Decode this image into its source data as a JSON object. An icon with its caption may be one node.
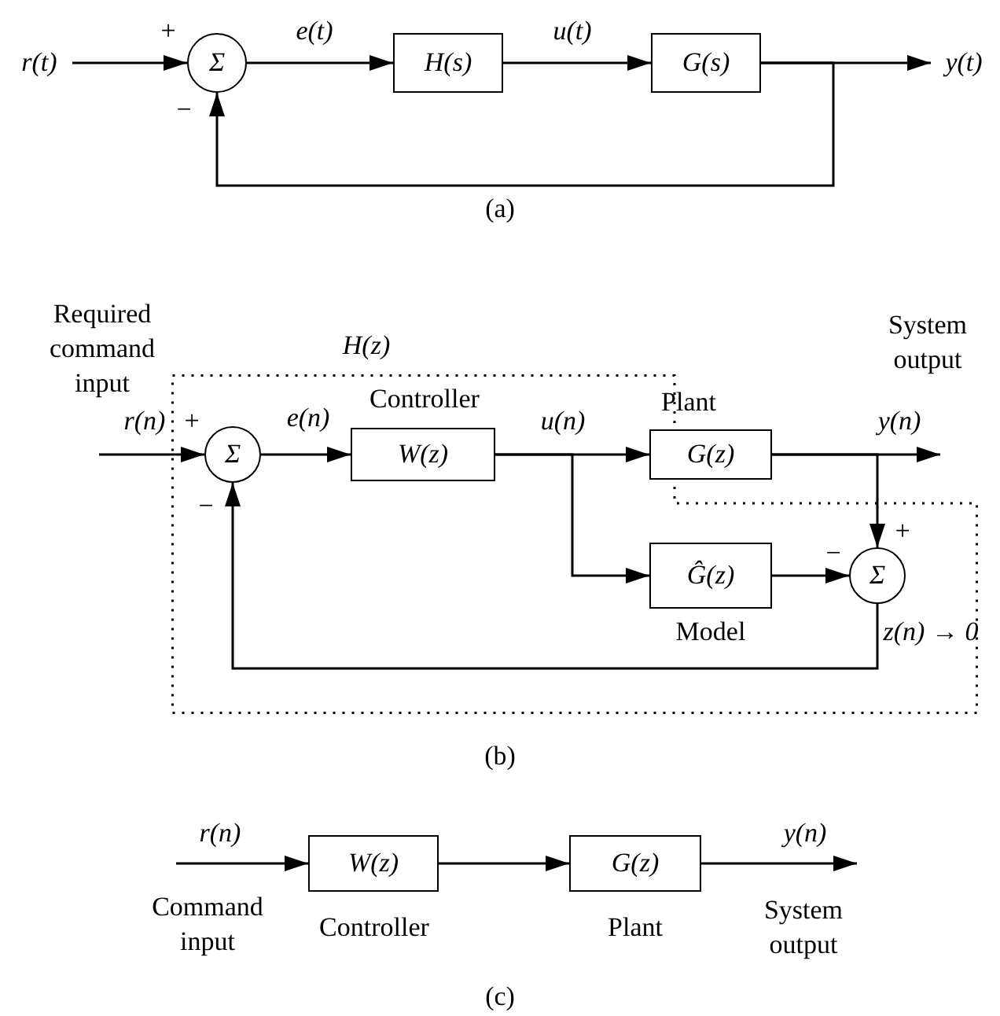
{
  "diagram": {
    "nodes": [
      {
        "text": [
          "r(t)"
        ]
      },
      {
        "text": [
          "Σ"
        ]
      },
      {
        "text": [
          "H(s)"
        ]
      },
      {
        "text": [
          "G(s)"
        ]
      },
      {
        "text": [
          "y(t)"
        ]
      },
      {
        "text": [
          "H(z)"
        ]
      },
      {
        "text": [
          "Σ"
        ],
        "in": 5
      },
      {
        "text": [
          "W(z)"
        ],
        "in": 5,
        "beside": [
          "Controller"
        ]
      },
      {
        "text": [
          "G(z)"
        ],
        "beside": [
          "Plant"
        ]
      },
      {
        "text": [
          "Ĝ(z)"
        ],
        "in": 5,
        "beside": [
          "Model"
        ]
      },
      {
        "text": [
          "Σ"
        ],
        "in": 5,
        "beside": [
          "z(n) → 0"
        ]
      },
      {
        "text": [
          "W(z)"
        ],
        "beside": [
          "Controller"
        ]
      },
      {
        "text": [
          "G(z)"
        ],
        "beside": [
          "Plant"
        ]
      }
    ],
    "edges": [
      {
        "from": 0,
        "to": 1,
        "arrow": "to"
      },
      {
        "from": 1,
        "to": 2,
        "arrow": "to",
        "label": "e(t)"
      },
      {
        "from": 2,
        "to": 3,
        "arrow": "to",
        "label": "u(t)"
      },
      {
        "from": 3,
        "to": 4,
        "arrow": "to"
      },
      {
        "from": 3,
        "to": 1,
        "arrow": "to"
      },
      {
        "from": null,
        "to": 6,
        "arrow": "to",
        "label": "r(n)"
      },
      {
        "from": 6,
        "to": 7,
        "arrow": "to",
        "label": "e(n)"
      },
      {
        "from": 7,
        "to": 8,
        "arrow": "to",
        "label": "u(n)"
      },
      {
        "from": 7,
        "to": 9,
        "arrow": "to"
      },
      {
        "from": 8,
        "to": null,
        "arrow": "to",
        "label": "y(n)"
      },
      {
        "from": 8,
        "to": 10,
        "arrow": "to"
      },
      {
        "from": 9,
        "to": 10,
        "arrow": "to"
      },
      {
        "from": 10,
        "to": 6,
        "arrow": "to"
      },
      {
        "from": null,
        "to": 11,
        "arrow": "to",
        "label": "r(n)"
      },
      {
        "from": 11,
        "to": 12,
        "arrow": "to"
      },
      {
        "from": 12,
        "to": null,
        "arrow": "to",
        "label": "y(n)"
      }
    ],
    "labels": [
      "+",
      "−",
      "(a)",
      "Required command input",
      "System output",
      "+",
      "−",
      "−",
      "+",
      "(b)",
      "Command input",
      "System output",
      "(c)"
    ]
  }
}
